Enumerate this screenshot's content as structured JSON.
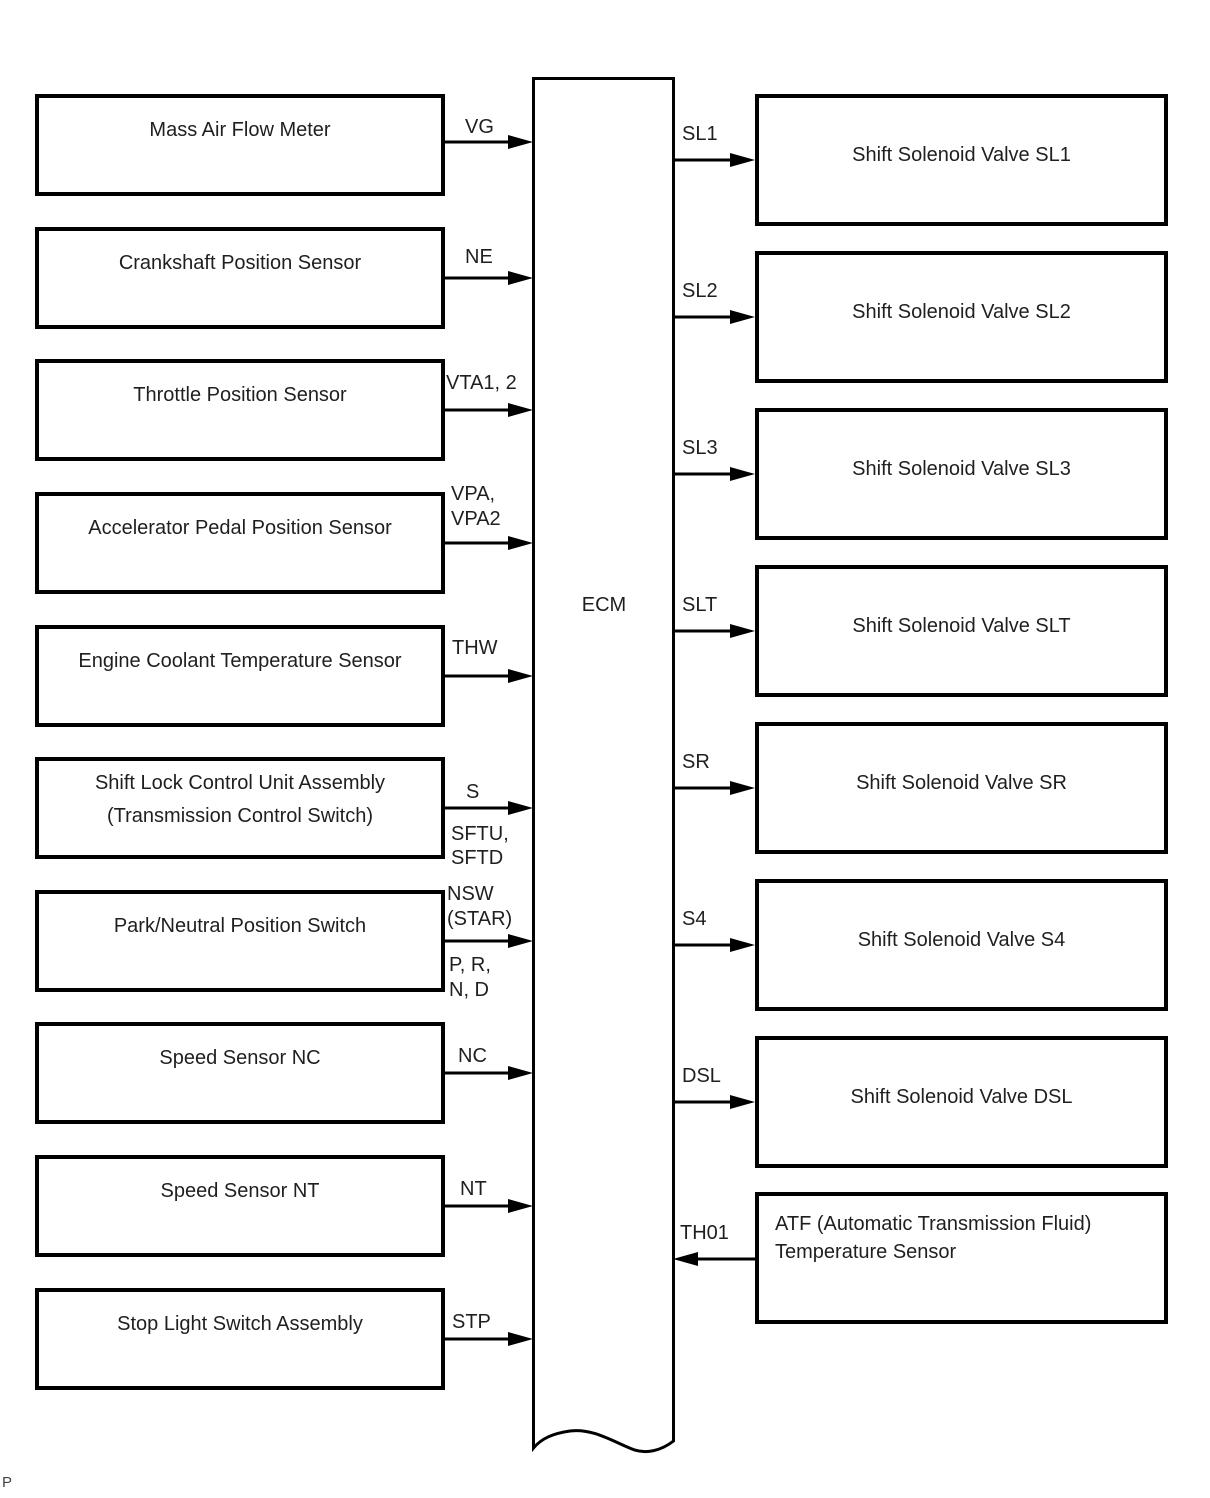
{
  "page_marker": "P",
  "ecm": {
    "label": "ECM"
  },
  "inputs": [
    {
      "label": "Mass Air Flow Meter",
      "signal": "VG"
    },
    {
      "label": "Crankshaft Position Sensor",
      "signal": "NE"
    },
    {
      "label": "Throttle Position Sensor",
      "signal": "VTA1, 2"
    },
    {
      "label": "Accelerator Pedal Position Sensor",
      "signal": "VPA,\nVPA2"
    },
    {
      "label": "Engine Coolant Temperature Sensor",
      "signal": "THW"
    },
    {
      "label": "Shift Lock Control Unit Assembly\n(Transmission Control Switch)",
      "signal": "S",
      "signal_below": "SFTU,\nSFTD"
    },
    {
      "label": "Park/Neutral Position Switch",
      "signal": "NSW\n(STAR)",
      "signal_below": "P, R,\nN, D"
    },
    {
      "label": "Speed Sensor NC",
      "signal": "NC"
    },
    {
      "label": "Speed Sensor NT",
      "signal": "NT"
    },
    {
      "label": "Stop Light Switch Assembly",
      "signal": "STP"
    }
  ],
  "outputs": [
    {
      "label": "Shift Solenoid Valve SL1",
      "signal": "SL1",
      "direction": "from_ecm"
    },
    {
      "label": "Shift Solenoid Valve SL2",
      "signal": "SL2",
      "direction": "from_ecm"
    },
    {
      "label": "Shift Solenoid Valve SL3",
      "signal": "SL3",
      "direction": "from_ecm"
    },
    {
      "label": "Shift Solenoid Valve SLT",
      "signal": "SLT",
      "direction": "from_ecm"
    },
    {
      "label": "Shift Solenoid Valve SR",
      "signal": "SR",
      "direction": "from_ecm"
    },
    {
      "label": "Shift Solenoid Valve S4",
      "signal": "S4",
      "direction": "from_ecm"
    },
    {
      "label": "Shift Solenoid Valve DSL",
      "signal": "DSL",
      "direction": "from_ecm"
    },
    {
      "label": "ATF (Automatic Transmission Fluid)\nTemperature Sensor",
      "signal": "TH01",
      "direction": "to_ecm"
    }
  ],
  "colors": {
    "line": "#000000",
    "text": "#1f1f1f",
    "background": "#ffffff"
  }
}
